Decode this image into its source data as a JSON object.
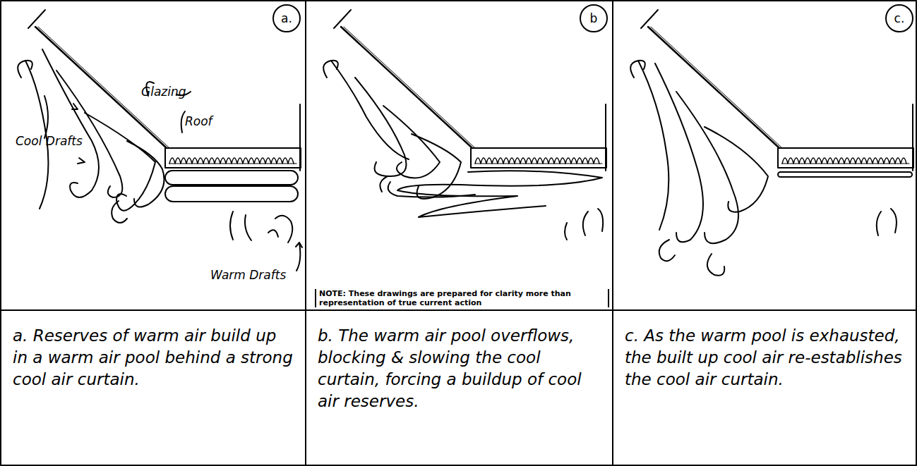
{
  "diagram": {
    "nodes": [
      {
        "text": [
          "a."
        ]
      },
      {
        "text": [
          "b"
        ]
      },
      {
        "text": [
          "c."
        ]
      },
      {
        "text": [
          "a. Reserves of warm air build up in a warm air pool behind a strong cool air curtain."
        ]
      },
      {
        "text": [
          "b. The warm air pool overflows, blocking & slowing the cool curtain, forcing a buildup of cool air reserves."
        ]
      },
      {
        "text": [
          "c. As the warm pool is exhausted, the built up cool air re-establishes the cool air curtain."
        ]
      }
    ],
    "labels": [
      "Glazing",
      "Roof",
      "Cool Drafts",
      "Warm Drafts",
      "NOTE: These drawings are prepared for clarity more than representation of true current action"
    ]
  }
}
